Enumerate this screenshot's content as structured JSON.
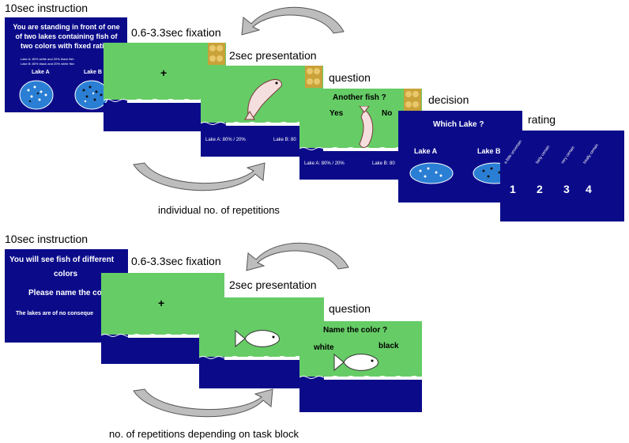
{
  "top_panel": {
    "steps": [
      {
        "label": "10sec instruction"
      },
      {
        "label": "0.6-3.3sec fixation"
      },
      {
        "label": "2sec presentation"
      },
      {
        "label": "question"
      },
      {
        "label": "decision"
      },
      {
        "label": "rating"
      }
    ],
    "instruction": {
      "text": "You are standing in front of one of two lakes containing fish of two colors with fixed ratios",
      "lake_a_info": "Lake A: 80% white and 20% black fish",
      "lake_b_info": "Lake B: 80% black and 20% white fish",
      "lake_a": "Lake A",
      "lake_b": "Lake B"
    },
    "fixation": {
      "cross": "+"
    },
    "presentation": {
      "lake_a_ratio": "Lake A: 80% / 20%",
      "lake_b_ratio": "Lake B: 80"
    },
    "question": {
      "prompt": "Another fish ?",
      "yes": "Yes",
      "no": "No",
      "lake_a_ratio": "Lake A: 80% / 20%",
      "lake_b_ratio": "Lake B: 80"
    },
    "decision": {
      "prompt": "Which Lake ?",
      "lake_a": "Lake A",
      "lake_b": "Lake B"
    },
    "rating": {
      "labels": [
        "a little uncertain",
        "fairly certain",
        "very certain",
        "totally certain"
      ],
      "numbers": [
        "1",
        "2",
        "3",
        "4"
      ]
    },
    "repeat_caption": "individual no. of repetitions"
  },
  "bottom_panel": {
    "steps": [
      {
        "label": "10sec instruction"
      },
      {
        "label": "0.6-3.3sec fixation"
      },
      {
        "label": "2sec presentation"
      },
      {
        "label": "question"
      }
    ],
    "instruction": {
      "line1": "You will see fish of different",
      "line2": "colors",
      "line3": "Please name the colo",
      "line4": "The lakes are of no conseque"
    },
    "fixation": {
      "cross": "+"
    },
    "question": {
      "prompt": "Name the color ?",
      "white": "white",
      "black": "black"
    },
    "repeat_caption": "no. of repetitions depending on task block"
  },
  "colors": {
    "navy": "#0b0b8a",
    "green": "#66cc66",
    "lake_blue": "#2a7fd4",
    "arrow_gray": "#b0b0b0"
  }
}
